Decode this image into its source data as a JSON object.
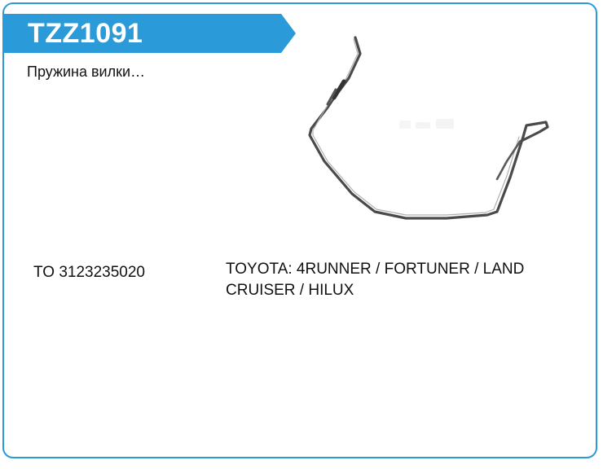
{
  "product": {
    "code": "TZZ1091",
    "description": "Пружина вилки…"
  },
  "references": {
    "oem": "TO 3123235020"
  },
  "applications": {
    "text": "TOYOTA: 4RUNNER / FORTUNER / LAND CRUISER / HILUX"
  },
  "colors": {
    "accent": "#2a9ad8",
    "banner": "#2a9ad8",
    "text": "#111111"
  },
  "image": {
    "icon": "fork-spring-photo"
  }
}
